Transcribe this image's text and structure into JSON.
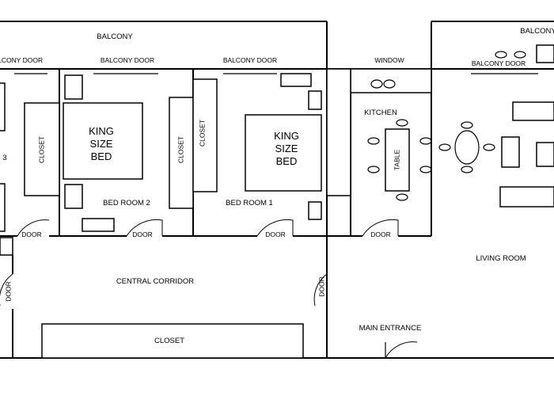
{
  "labels": {
    "balcony_left": "BALCONY",
    "balcony_right": "BALCONY",
    "balcony_door_1": "BALCONY DOOR",
    "balcony_door_2": "BALCONY DOOR",
    "balcony_door_3": "BALCONY DOOR",
    "balcony_door_4": "BALCONY DOOR",
    "window": "WINDOW",
    "kitchen": "KITCHEN",
    "table": "TABLE",
    "bed_room_3_partial": "3",
    "bed_room_2": "BED ROOM 2",
    "bed_room_1": "BED ROOM 1",
    "king_bed_2": [
      "KING",
      "SIZE",
      "BED"
    ],
    "king_bed_1": [
      "KING",
      "SIZE",
      "BED"
    ],
    "closet_br3": "CLOSET",
    "closet_br2": "CLOSET",
    "closet_br1": "CLOSET",
    "closet_corridor": "CLOSET",
    "door_1": "DOOR",
    "door_2": "DOOR",
    "door_3": "DOOR",
    "door_4": "DOOR",
    "door_left_vertical": "DOOR",
    "door_right_vertical": "DOOR",
    "central_corridor": "CENTRAL CORRIDOR",
    "living_room": "LIVING ROOM",
    "main_entrance": "MAIN ENTRANCE"
  }
}
